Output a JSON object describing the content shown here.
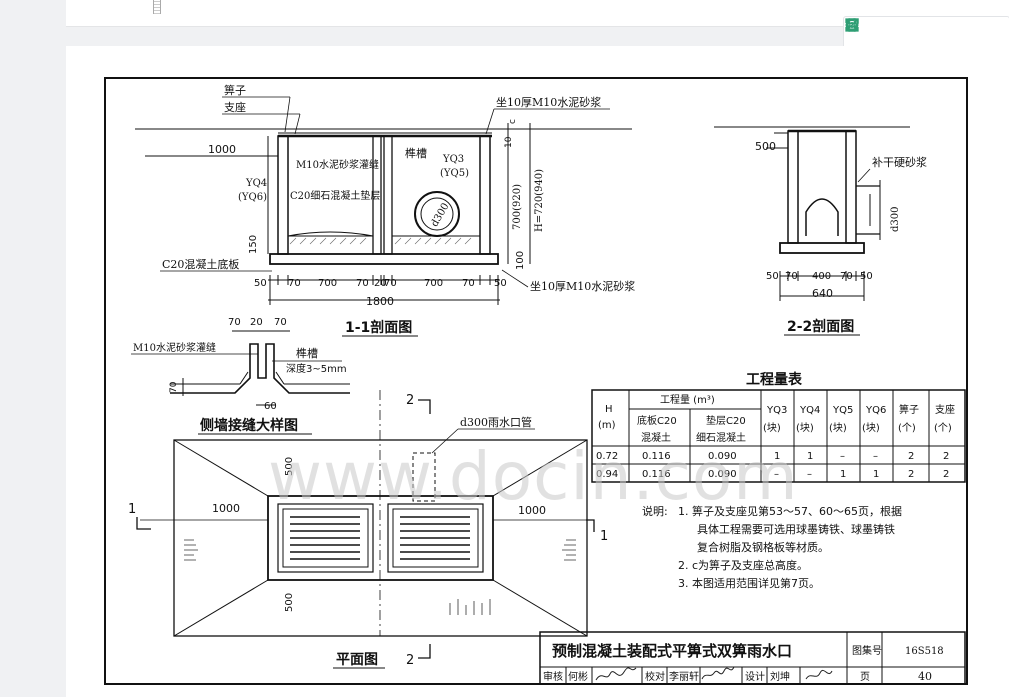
{
  "toolbar": {
    "icons": [
      "page-view-icon",
      "fullscreen-icon",
      "save-icon",
      "share-icon",
      "settings-icon"
    ],
    "accent": "#2f9e74"
  },
  "watermark": "www.docin.com",
  "drawing": {
    "section11": {
      "title": "1-1剖面图",
      "labels": {
        "grate": "箅子",
        "support": "支座",
        "mortar_top": "坐10厚M10水泥砂浆",
        "mortar_grout": "M10水泥砂浆灌缝",
        "groove": "榫槽",
        "cushion": "C20细石混凝土垫层",
        "yq3": "YQ3",
        "yq5": "(YQ5)",
        "yq4": "YQ4",
        "yq6": "(YQ6)",
        "pipe": "d300",
        "base": "C20混凝土底板",
        "mortar_bottom": "坐10厚M10水泥砂浆",
        "left_len": "1000",
        "dim150": "150",
        "c": "c",
        "dim10": "10",
        "dim700": "700(920)",
        "dimH": "H=720(940)",
        "dim100": "100"
      },
      "dims_bottom": [
        "50",
        "70",
        "700",
        "70",
        "20",
        "70",
        "700",
        "70",
        "50"
      ],
      "total": "1800"
    },
    "section22": {
      "title": "2-2剖面图",
      "labels": {
        "len500": "500",
        "mortar": "补干硬砂浆",
        "pipe": "d300"
      },
      "dims_bottom": [
        "50",
        "70",
        "400",
        "70",
        "50"
      ],
      "total": "640"
    },
    "detail": {
      "title": "侧墙接缝大样图",
      "labels": {
        "grout": "M10水泥砂浆灌缝",
        "groove": "榫槽",
        "depth": "深度3~5mm",
        "d70a": "70",
        "d20": "20",
        "d70b": "70",
        "d60": "60",
        "d70v": "70"
      }
    },
    "plan": {
      "title": "平面图",
      "labels": {
        "pipe": "d300雨水口管",
        "left": "1000",
        "right": "1000",
        "top500": "500",
        "bot500": "500",
        "sec1": "1",
        "sec2": "2"
      }
    },
    "table": {
      "title": "工程量表",
      "head": {
        "h": "H",
        "hu": "(m)",
        "qty": "工程量 (m³)",
        "base": "底板C20",
        "base2": "混凝土",
        "cush": "垫层C20",
        "cush2": "细石混凝土",
        "yq3": "YQ3",
        "yq4": "YQ4",
        "yq5": "YQ5",
        "yq6": "YQ6",
        "unit": "(块)",
        "grate": "箅子",
        "support": "支座",
        "unit2": "(个)"
      },
      "rows": [
        [
          "0.72",
          "0.116",
          "0.090",
          "1",
          "1",
          "–",
          "–",
          "2",
          "2"
        ],
        [
          "0.94",
          "0.116",
          "0.090",
          "–",
          "–",
          "1",
          "1",
          "2",
          "2"
        ]
      ]
    },
    "notes": {
      "label": "说明:",
      "items": [
        "1.  箅子及支座见第53～57、60～65页，根据",
        "具体工程需要可选用球墨铸铁、球墨铸铁",
        "复合树脂及钢格板等材质。",
        "2.  c为箅子及支座总高度。",
        "3.  本图适用范围详见第7页。"
      ]
    },
    "titleblock": {
      "title": "预制混凝土装配式平箅式双箅雨水口",
      "atlas_label": "图集号",
      "atlas": "16S518",
      "page_label": "页",
      "page": "40",
      "review": "审核",
      "review_name": "何彬",
      "check": "校对",
      "check_name": "李丽轩",
      "design": "设计",
      "design_name": "刘坤"
    }
  }
}
